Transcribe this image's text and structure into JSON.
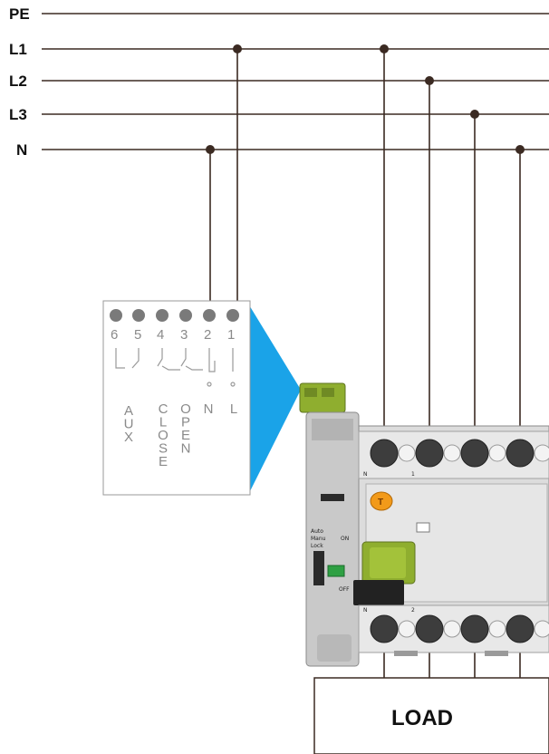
{
  "buses": [
    {
      "id": "PE",
      "label": "PE"
    },
    {
      "id": "L1",
      "label": "L1"
    },
    {
      "id": "L2",
      "label": "L2"
    },
    {
      "id": "L3",
      "label": "L3"
    },
    {
      "id": "N",
      "label": "N"
    }
  ],
  "terminal_block": {
    "terminals": [
      "6",
      "5",
      "4",
      "3",
      "2",
      "1"
    ],
    "function_labels": [
      {
        "id": "aux",
        "label": "AUX"
      },
      {
        "id": "close",
        "label": "CLOSE"
      },
      {
        "id": "open",
        "label": "OPEN"
      },
      {
        "id": "n",
        "label": "N"
      },
      {
        "id": "l",
        "label": "L"
      }
    ]
  },
  "device": {
    "mode_labels": [
      "Auto",
      "Manu",
      "Lock"
    ],
    "on_label": "ON",
    "off_label": "OFF",
    "top_marks": [
      "N",
      "1"
    ],
    "bottom_marks": [
      "N",
      "2"
    ]
  },
  "load": {
    "label": "LOAD"
  },
  "colors": {
    "wire": "#3b2a22",
    "arrow": "#1aa3e8",
    "device_body": "#dcdcdc",
    "actuator_green": "#8fae2f",
    "indicator_orange": "#f29a1a",
    "status_green": "#2ea043"
  }
}
